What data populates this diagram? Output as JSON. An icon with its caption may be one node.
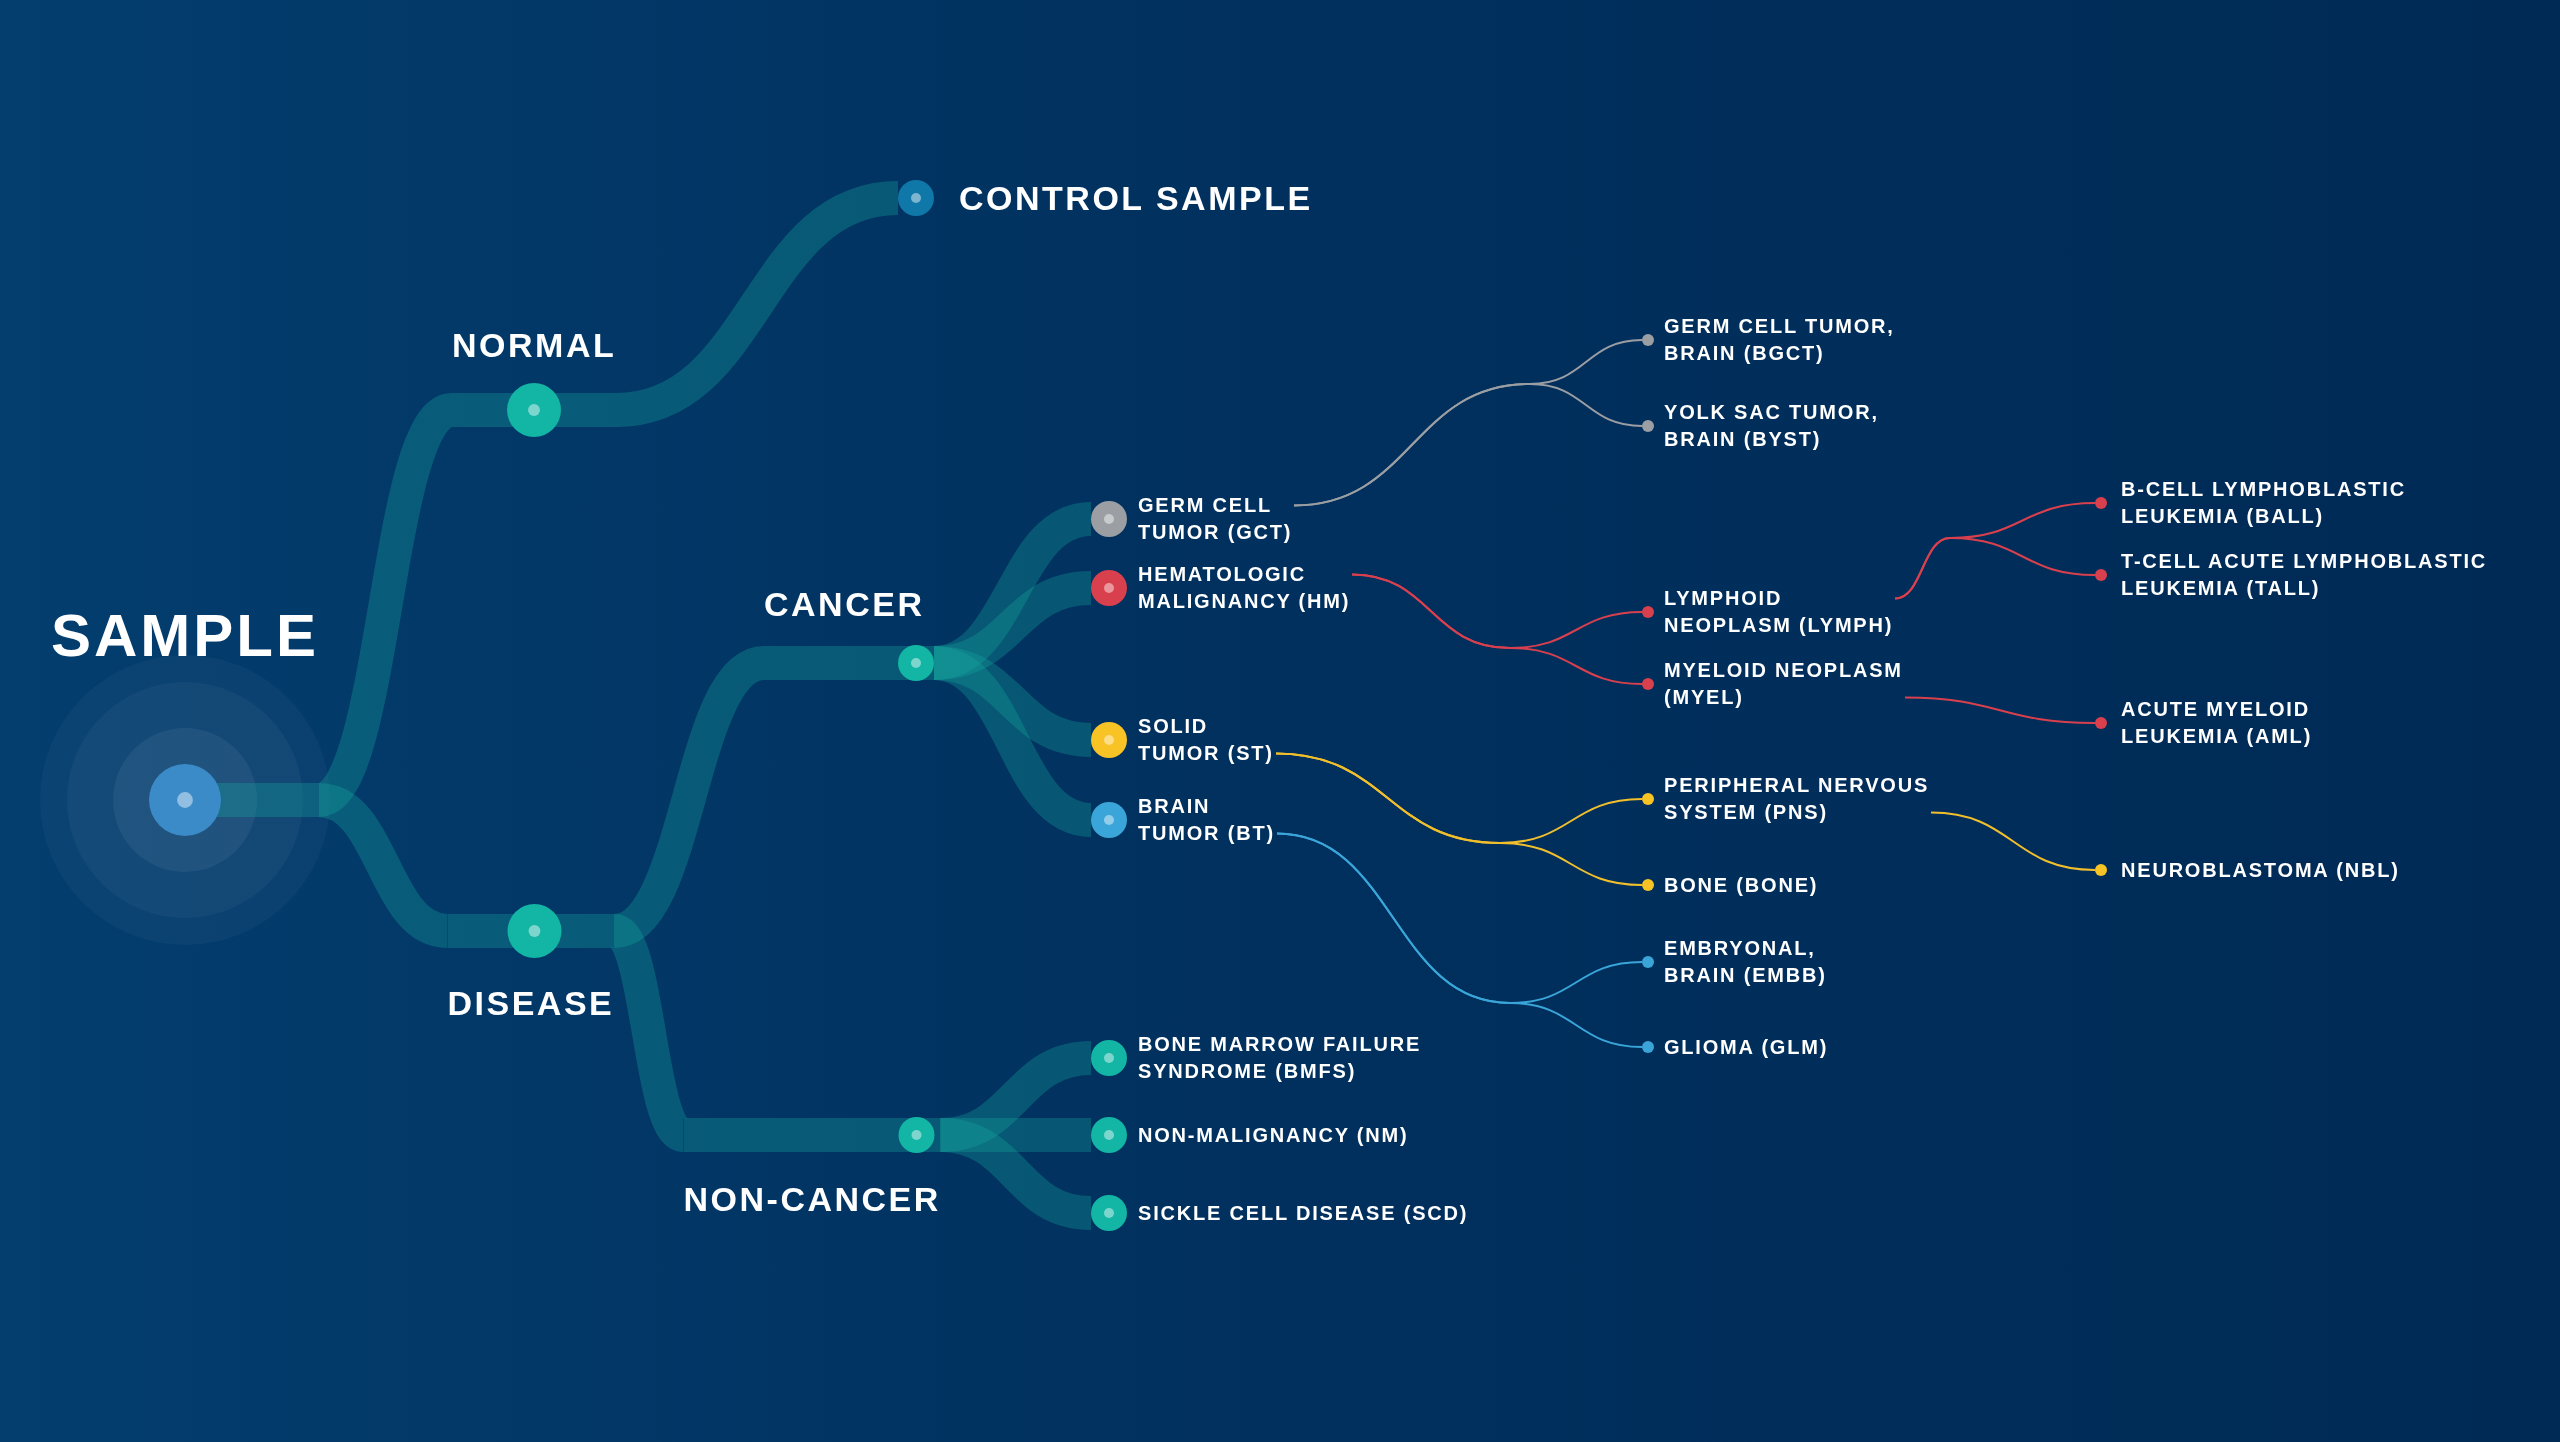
{
  "diagram": {
    "nodes": [
      {
        "text": [
          "SAMPLE"
        ]
      },
      {
        "text": [
          "NORMAL"
        ]
      },
      {
        "text": [
          "CONTROL SAMPLE"
        ]
      },
      {
        "text": [
          "DISEASE"
        ]
      },
      {
        "text": [
          "CANCER"
        ]
      },
      {
        "text": [
          "GERM CELL TUMOR (GCT)"
        ]
      },
      {
        "text": [
          "HEMATOLOGIC MALIGNANCY (HM)"
        ]
      },
      {
        "text": [
          "SOLID TUMOR (ST)"
        ]
      },
      {
        "text": [
          "BRAIN TUMOR (BT)"
        ]
      },
      {
        "text": [
          "NON-CANCER"
        ]
      },
      {
        "text": [
          "BONE MARROW FAILURE SYNDROME (BMFS)"
        ]
      },
      {
        "text": [
          "NON-MALIGNANCY (NM)"
        ]
      },
      {
        "text": [
          "SICKLE CELL DISEASE (SCD)"
        ]
      },
      {
        "text": [
          "GERM CELL TUMOR, BRAIN (BGCT)"
        ]
      },
      {
        "text": [
          "YOLK SAC TUMOR, BRAIN (BYST)"
        ]
      },
      {
        "text": [
          "LYMPHOID NEOPLASM (LYMPH)"
        ]
      },
      {
        "text": [
          "MYELOID NEOPLASM (MYEL)"
        ]
      },
      {
        "text": [
          "PERIPHERAL NERVOUS SYSTEM (PNS)"
        ]
      },
      {
        "text": [
          "BONE (BONE)"
        ]
      },
      {
        "text": [
          "EMBRYONAL, BRAIN (EMBB)"
        ]
      },
      {
        "text": [
          "GLIOMA (GLM)"
        ]
      },
      {
        "text": [
          "B-CELL LYMPHOBLASTIC LEUKEMIA (BALL)"
        ]
      },
      {
        "text": [
          "T-CELL ACUTE LYMPHOBLASTIC LEUKEMIA (TALL)"
        ]
      },
      {
        "text": [
          "ACUTE MYELOID LEUKEMIA (AML)"
        ]
      },
      {
        "text": [
          "NEUROBLASTOMA (NBL)"
        ]
      }
    ],
    "edges": [
      {
        "from": 0,
        "to": 1,
        "arrow": "none",
        "style": "thick"
      },
      {
        "from": 1,
        "to": 2,
        "arrow": "none",
        "style": "thick"
      },
      {
        "from": 0,
        "to": 3,
        "arrow": "none",
        "style": "thick"
      },
      {
        "from": 3,
        "to": 4,
        "arrow": "none",
        "style": "thick"
      },
      {
        "from": 4,
        "to": 5,
        "arrow": "none",
        "style": "thick"
      },
      {
        "from": 4,
        "to": 6,
        "arrow": "none",
        "style": "thick"
      },
      {
        "from": 4,
        "to": 7,
        "arrow": "none",
        "style": "thick"
      },
      {
        "from": 4,
        "to": 8,
        "arrow": "none",
        "style": "thick"
      },
      {
        "from": 3,
        "to": 9,
        "arrow": "none",
        "style": "thick"
      },
      {
        "from": 9,
        "to": 10,
        "arrow": "none",
        "style": "thick"
      },
      {
        "from": 9,
        "to": 11,
        "arrow": "none",
        "style": "thick"
      },
      {
        "from": 9,
        "to": 12,
        "arrow": "none",
        "style": "thick"
      },
      {
        "from": 5,
        "to": 13,
        "arrow": "none",
        "color": "#9b9ea3"
      },
      {
        "from": 5,
        "to": 14,
        "arrow": "none",
        "color": "#9b9ea3"
      },
      {
        "from": 6,
        "to": 15,
        "arrow": "none",
        "color": "#d9404e"
      },
      {
        "from": 6,
        "to": 16,
        "arrow": "none",
        "color": "#d9404e"
      },
      {
        "from": 15,
        "to": 21,
        "arrow": "none",
        "color": "#d9404e"
      },
      {
        "from": 15,
        "to": 22,
        "arrow": "none",
        "color": "#d9404e"
      },
      {
        "from": 16,
        "to": 23,
        "arrow": "none",
        "color": "#d9404e"
      },
      {
        "from": 7,
        "to": 17,
        "arrow": "none",
        "color": "#f2bf2c"
      },
      {
        "from": 7,
        "to": 18,
        "arrow": "none",
        "color": "#f2bf2c"
      },
      {
        "from": 17,
        "to": 24,
        "arrow": "none",
        "color": "#f2bf2c"
      },
      {
        "from": 8,
        "to": 19,
        "arrow": "none",
        "color": "#3aa5d8"
      },
      {
        "from": 8,
        "to": 20,
        "arrow": "none",
        "color": "#3aa5d8"
      }
    ]
  }
}
